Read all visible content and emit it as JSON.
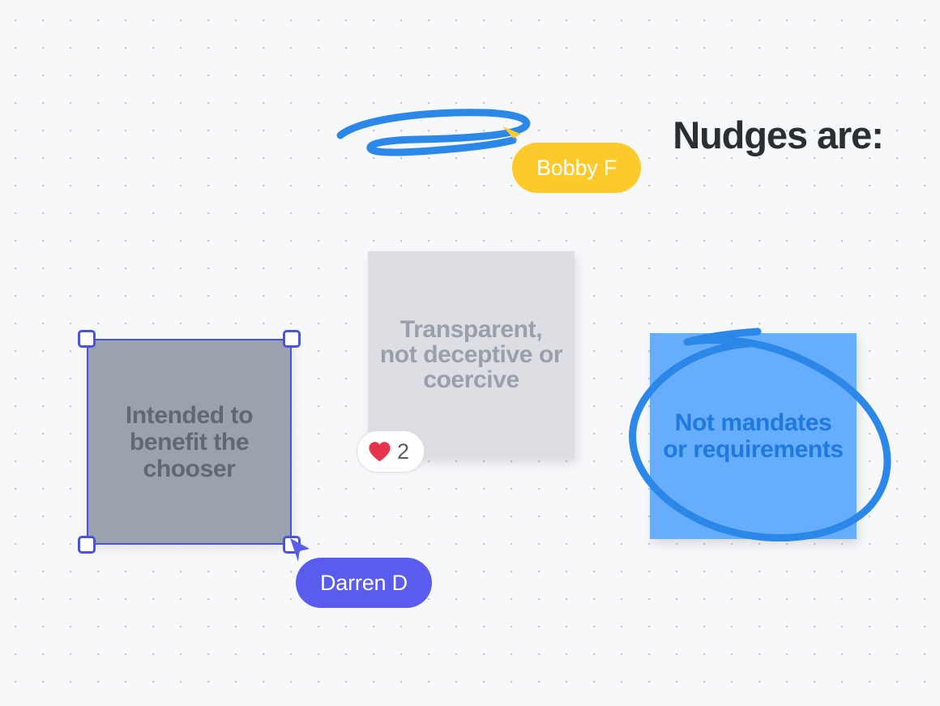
{
  "app": {
    "kind": "collaborative-whiteboard",
    "background_color": "#f7f8fa",
    "grid_dot_color": "#c3c7d0"
  },
  "board": {
    "title": "Nudges are:",
    "title_color": "#2a2e35"
  },
  "annotations": [
    {
      "name": "title-underline-scribble",
      "type": "freehand-ink",
      "color": "#2b87e8",
      "stroke_width": 9,
      "target": "Nudges are:"
    },
    {
      "name": "circle-highlight-scribble",
      "type": "freehand-ink",
      "color": "#2b87e8",
      "stroke_width": 9,
      "target": "Not mandates or requirements"
    }
  ],
  "notes": [
    {
      "id": "note-gray",
      "text": "Intended to benefit the chooser",
      "fill": "#9aa2ae",
      "text_color": "#5f6875",
      "selected": true
    },
    {
      "id": "note-light",
      "text": "Transparent, not deceptive or coercive",
      "fill": "#dcdee3",
      "text_color": "#98a0ac",
      "selected": false
    },
    {
      "id": "note-blue",
      "text": "Not mandates or requirements",
      "fill": "#66adfb",
      "text_color": "#1f7ae0",
      "selected": false
    }
  ],
  "reaction": {
    "icon": "heart-icon",
    "icon_color": "#e6334c",
    "count": "2",
    "attached_to": "note-light"
  },
  "selection": {
    "note_id": "note-gray",
    "frame_color": "#4b53d8",
    "handle_fill": "#ffffff",
    "handles": [
      "top-left",
      "top-right",
      "bottom-left",
      "bottom-right"
    ]
  },
  "collaborators": [
    {
      "id": "bobby",
      "name": "Bobby F",
      "color": "#fdc92b",
      "label_text_color": "#ffffff",
      "cursor_icon": "pointer-arrow-icon"
    },
    {
      "id": "darren",
      "name": "Darren D",
      "color": "#5a5ced",
      "label_text_color": "#ffffff",
      "cursor_icon": "pointer-arrow-icon"
    }
  ]
}
